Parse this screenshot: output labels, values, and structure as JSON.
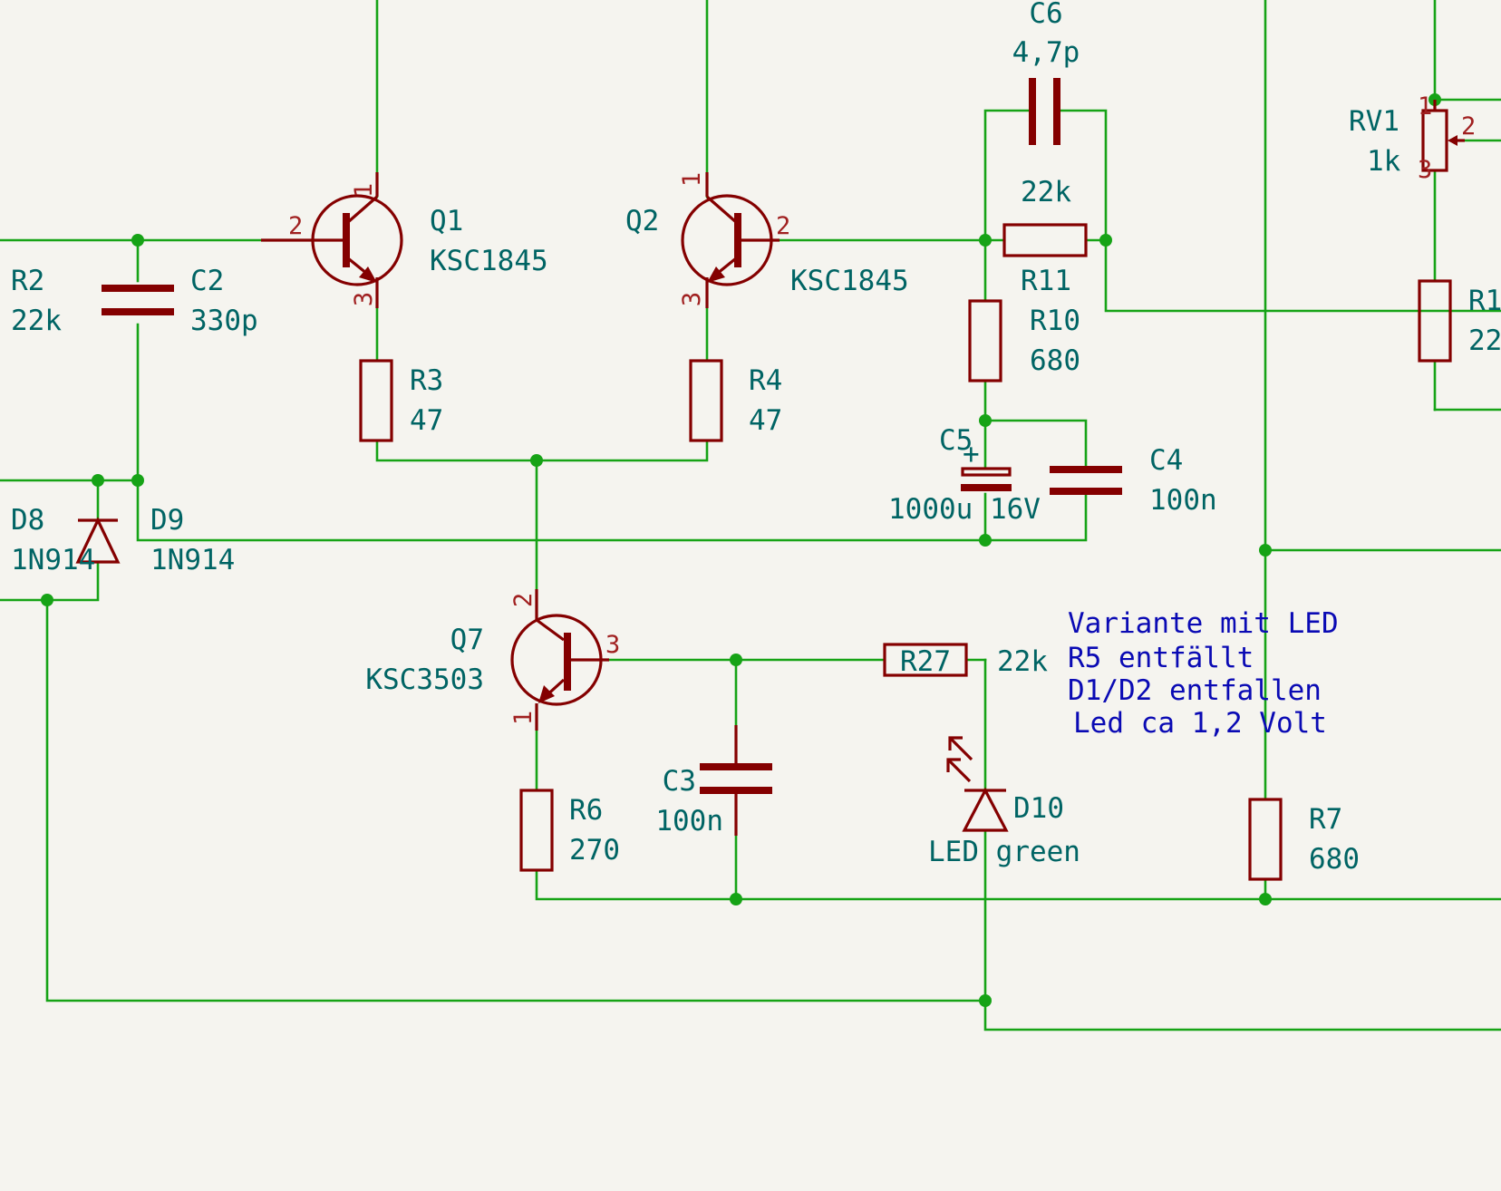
{
  "components": {
    "C6": {
      "ref": "C6",
      "value": "4,7p"
    },
    "RV1": {
      "ref": "RV1",
      "value": "1k",
      "pins": [
        "1",
        "2",
        "3"
      ]
    },
    "Q1": {
      "ref": "Q1",
      "value": "KSC1845",
      "pins": [
        "1",
        "2",
        "3"
      ]
    },
    "Q2": {
      "ref": "Q2",
      "value": "KSC1845",
      "pins": [
        "1",
        "2",
        "3"
      ]
    },
    "R11": {
      "ref": "R11",
      "value": "22k"
    },
    "R2": {
      "ref": "R2",
      "value": "22k"
    },
    "C2": {
      "ref": "C2",
      "value": "330p"
    },
    "R1x": {
      "ref": "R1",
      "value": "22"
    },
    "R10": {
      "ref": "R10",
      "value": "680"
    },
    "R3": {
      "ref": "R3",
      "value": "47"
    },
    "R4": {
      "ref": "R4",
      "value": "47"
    },
    "C5": {
      "ref": "C5",
      "value": "1000u 16V",
      "polarity": "+"
    },
    "C4": {
      "ref": "C4",
      "value": "100n"
    },
    "D8": {
      "ref": "D8",
      "value": "1N914"
    },
    "D9": {
      "ref": "D9",
      "value": "1N914"
    },
    "Q7": {
      "ref": "Q7",
      "value": "KSC3503",
      "pins": [
        "1",
        "2",
        "3"
      ]
    },
    "R27": {
      "ref": "R27",
      "value": "22k"
    },
    "C3": {
      "ref": "C3",
      "value": "100n"
    },
    "R6": {
      "ref": "R6",
      "value": "270"
    },
    "D10": {
      "ref": "D10",
      "value": "LED green"
    },
    "R7": {
      "ref": "R7",
      "value": "680"
    }
  },
  "note": {
    "lines": [
      "Variante mit LED",
      "R5 entfällt",
      "D1/D2 entfallen",
      "Led ca 1,2 Volt"
    ]
  },
  "colors": {
    "background": "#f5f4ef",
    "wire": "#16a316",
    "symbol": "#840000",
    "label": "#006464",
    "note": "#0a0ab4"
  }
}
